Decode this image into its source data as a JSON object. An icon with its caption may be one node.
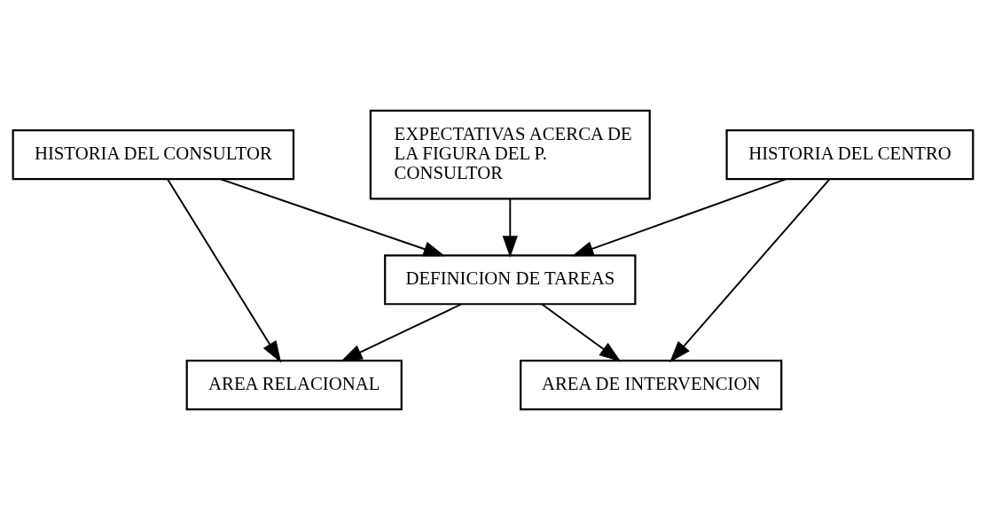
{
  "diagram": {
    "nodes": [
      {
        "text": [
          "EXPECTATIVAS ACERCA DE LA FIGURA DEL P. CONSULTOR"
        ]
      },
      {
        "text": [
          "HISTORIA DEL CONSULTOR"
        ]
      },
      {
        "text": [
          "HISTORIA DEL CENTRO"
        ]
      },
      {
        "text": [
          "DEFINICION DE TAREAS"
        ]
      },
      {
        "text": [
          "AREA RELACIONAL"
        ]
      },
      {
        "text": [
          "AREA DE INTERVENCION"
        ]
      }
    ],
    "edges": [
      {
        "from": 0,
        "to": 3,
        "arrow": "to"
      },
      {
        "from": 1,
        "to": 3,
        "arrow": "to"
      },
      {
        "from": 2,
        "to": 3,
        "arrow": "to"
      },
      {
        "from": 1,
        "to": 4,
        "arrow": "to"
      },
      {
        "from": 3,
        "to": 4,
        "arrow": "to"
      },
      {
        "from": 3,
        "to": 5,
        "arrow": "to"
      },
      {
        "from": 2,
        "to": 5,
        "arrow": "to"
      }
    ]
  }
}
